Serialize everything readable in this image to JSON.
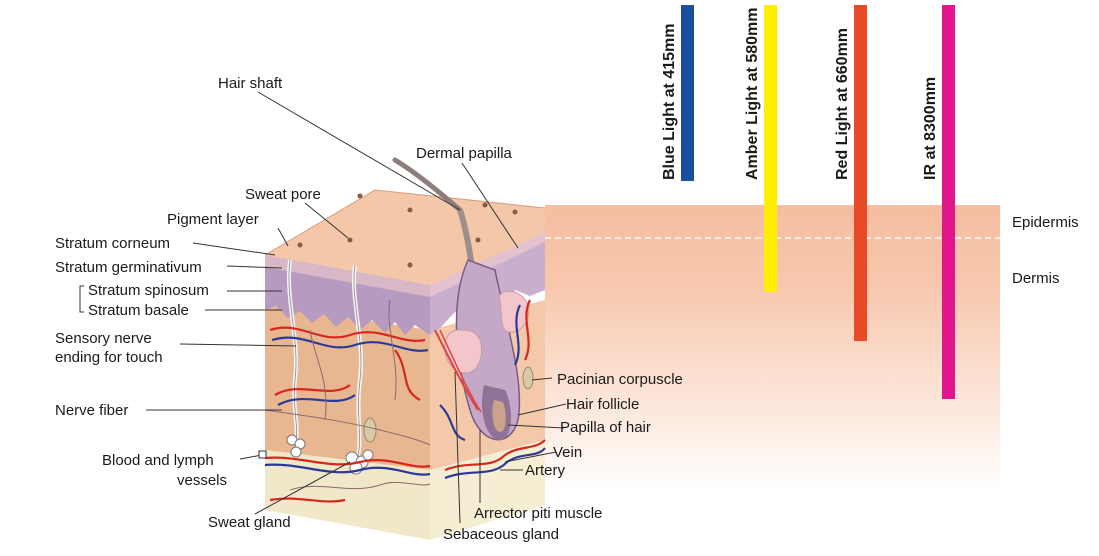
{
  "labels": {
    "hair_shaft": "Hair shaft",
    "dermal_papilla": "Dermal papilla",
    "sweat_pore": "Sweat pore",
    "pigment_layer": "Pigment layer",
    "stratum_corneum": "Stratum corneum",
    "stratum_germinativum": "Stratum germinativum",
    "stratum_spinosum": "Stratum spinosum",
    "stratum_basale": "Stratum basale",
    "sensory_nerve_1": "Sensory nerve",
    "sensory_nerve_2": "ending for touch",
    "nerve_fiber": "Nerve fiber",
    "blood_lymph_1": "Blood and lymph",
    "blood_lymph_2": "vessels",
    "sweat_gland": "Sweat gland",
    "pacinian": "Pacinian corpuscle",
    "hair_follicle": "Hair follicle",
    "papilla_hair": "Papilla of hair",
    "vein": "Vein",
    "artery": "Artery",
    "arrector": "Arrector piti muscle",
    "sebaceous": "Sebaceous gland"
  },
  "layers": {
    "epidermis": "Epidermis",
    "dermis": "Dermis"
  },
  "light_bars": [
    {
      "label": "Blue Light at 415mm",
      "color": "#1a4fa0",
      "depth": 0.43
    },
    {
      "label": "Amber Light at 580mm",
      "color": "#ffee00",
      "depth": 0.7
    },
    {
      "label": "Red Light at 660mm",
      "color": "#e84a27",
      "depth": 0.82
    },
    {
      "label": "IR at 8300mm",
      "color": "#e0168c",
      "depth": 0.96
    }
  ]
}
